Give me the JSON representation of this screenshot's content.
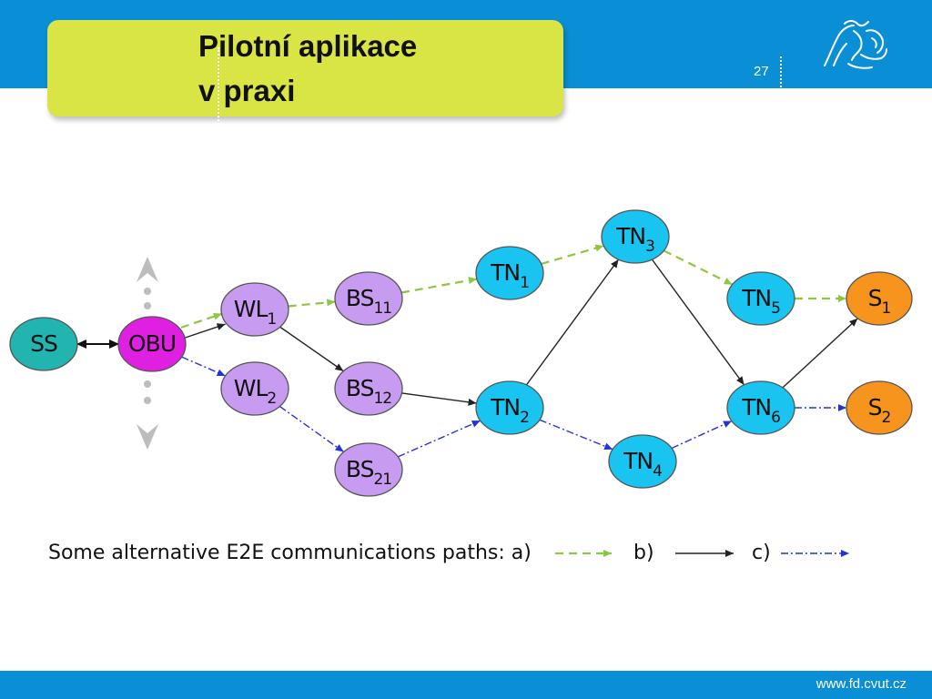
{
  "slide": {
    "title_line1": "Pilotní aplikace",
    "title_line2": "v praxi",
    "page_number": "27",
    "footer_url": "www.fd.cvut.cz"
  },
  "colors": {
    "band": "#0a8fd6",
    "title_box": "#d9e445",
    "path_a": "#8dc63f",
    "path_b": "#222222",
    "path_c": "#2233dd",
    "ss": "#22b5b0",
    "obu": "#e020e0",
    "wl_bs": "#c79bf0",
    "tn": "#19c4f0",
    "s": "#f7941d"
  },
  "diagram": {
    "nodes": [
      {
        "id": "SS",
        "label": "SS",
        "sub": "",
        "kind": "ss"
      },
      {
        "id": "OBU",
        "label": "OBU",
        "sub": "",
        "kind": "obu"
      },
      {
        "id": "WL1",
        "label": "WL",
        "sub": "1",
        "kind": "wl_bs"
      },
      {
        "id": "WL2",
        "label": "WL",
        "sub": "2",
        "kind": "wl_bs"
      },
      {
        "id": "BS11",
        "label": "BS",
        "sub": "11",
        "kind": "wl_bs"
      },
      {
        "id": "BS12",
        "label": "BS",
        "sub": "12",
        "kind": "wl_bs"
      },
      {
        "id": "BS21",
        "label": "BS",
        "sub": "21",
        "kind": "wl_bs"
      },
      {
        "id": "TN1",
        "label": "TN",
        "sub": "1",
        "kind": "tn"
      },
      {
        "id": "TN2",
        "label": "TN",
        "sub": "2",
        "kind": "tn"
      },
      {
        "id": "TN3",
        "label": "TN",
        "sub": "3",
        "kind": "tn"
      },
      {
        "id": "TN4",
        "label": "TN",
        "sub": "4",
        "kind": "tn"
      },
      {
        "id": "TN5",
        "label": "TN",
        "sub": "5",
        "kind": "tn"
      },
      {
        "id": "TN6",
        "label": "TN",
        "sub": "6",
        "kind": "tn"
      },
      {
        "id": "S1",
        "label": "S",
        "sub": "1",
        "kind": "s"
      },
      {
        "id": "S2",
        "label": "S",
        "sub": "2",
        "kind": "s"
      }
    ],
    "edges": [
      {
        "from": "SS",
        "to": "OBU",
        "style": "bidir"
      },
      {
        "from": "OBU",
        "to": "WL1",
        "style": "a"
      },
      {
        "from": "OBU",
        "to": "WL1",
        "style": "b"
      },
      {
        "from": "WL1",
        "to": "BS11",
        "style": "a"
      },
      {
        "from": "BS11",
        "to": "TN1",
        "style": "a"
      },
      {
        "from": "TN1",
        "to": "TN3",
        "style": "a"
      },
      {
        "from": "TN3",
        "to": "TN5",
        "style": "a"
      },
      {
        "from": "TN5",
        "to": "S1",
        "style": "a"
      },
      {
        "from": "WL1",
        "to": "BS12",
        "style": "b"
      },
      {
        "from": "BS12",
        "to": "TN2",
        "style": "b"
      },
      {
        "from": "TN2",
        "to": "TN3",
        "style": "b"
      },
      {
        "from": "TN3",
        "to": "TN6",
        "style": "b"
      },
      {
        "from": "TN6",
        "to": "S1",
        "style": "b"
      },
      {
        "from": "OBU",
        "to": "WL2",
        "style": "c"
      },
      {
        "from": "WL2",
        "to": "BS21",
        "style": "c"
      },
      {
        "from": "BS21",
        "to": "TN2",
        "style": "c"
      },
      {
        "from": "TN2",
        "to": "TN4",
        "style": "c"
      },
      {
        "from": "TN4",
        "to": "TN6",
        "style": "c"
      },
      {
        "from": "TN6",
        "to": "S2",
        "style": "c"
      }
    ],
    "legend": {
      "text": "Some alternative  E2E communications paths: a)",
      "b_label": "b)",
      "c_label": "c)"
    }
  }
}
